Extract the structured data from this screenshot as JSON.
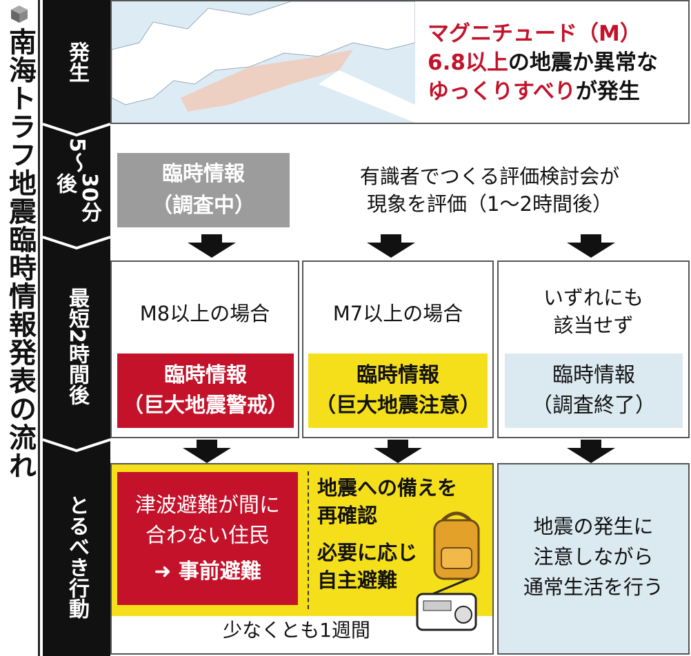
{
  "title": "南海トラフ地震臨時情報発表の流れ",
  "stages": {
    "s1": "発生",
    "s2a": "5〜",
    "s2b": "30分後",
    "s3": "最短2時間後",
    "s4": "とるべき行動"
  },
  "row1": {
    "l1a": "マグニチュード（M）",
    "l2a": "6.8以上",
    "l2b": "の地震か異常な",
    "l3a": "ゆっくりすべり",
    "l3b": "が発生"
  },
  "row2": {
    "gray1": "臨時情報",
    "gray2": "（調査中）",
    "t1": "有識者でつくる評価検討会が",
    "t2": "現象を評価（1〜2時間後）"
  },
  "row3": [
    {
      "head": "M8以上の場合",
      "b1": "臨時情報",
      "b2": "（巨大地震警戒）"
    },
    {
      "head": "M7以上の場合",
      "b1": "臨時情報",
      "b2": "（巨大地震注意）"
    },
    {
      "head1": "いずれにも",
      "head2": "該当せず",
      "b1": "臨時情報",
      "b2": "（調査終了）"
    }
  ],
  "row4": {
    "red1": "津波避難が間に",
    "red2": "合わない住民",
    "red3": "➜ 事前避難",
    "y1": "地震への備えを",
    "y2": "再確認",
    "y3": "必要に応じ",
    "y4": "自主避難",
    "blue1": "地震の発生に",
    "blue2": "注意しながら",
    "blue3": "通常生活を行う",
    "period": "少なくとも1週間"
  },
  "colors": {
    "red": "#c3122a",
    "yellow": "#f5df1a",
    "blue": "#dbe9f1",
    "gray": "#9c9c9c"
  }
}
